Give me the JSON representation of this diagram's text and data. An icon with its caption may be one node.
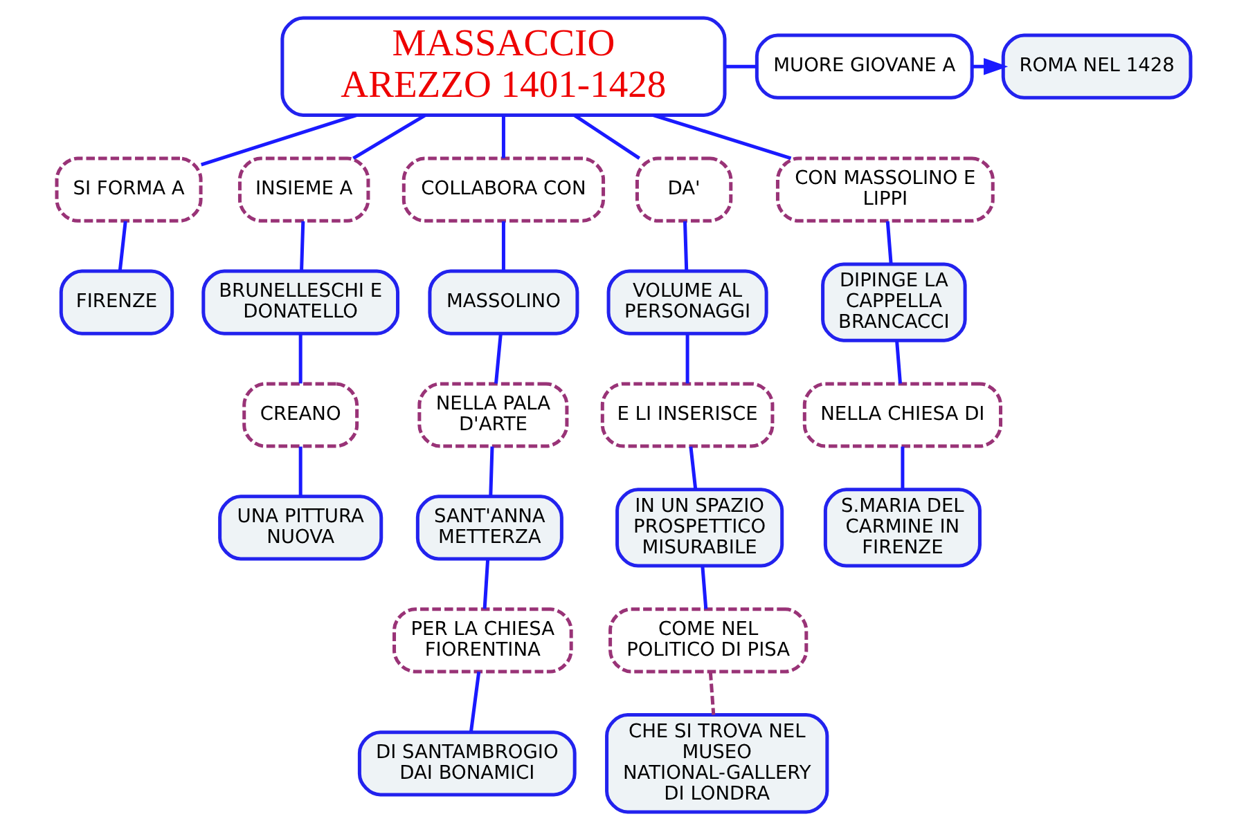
{
  "diagram": {
    "nodes": [
      {
        "text": [
          "MASSACCIO",
          "AREZZO 1401-1428"
        ]
      },
      {
        "text": [
          "MUORE GIOVANE A"
        ]
      },
      {
        "text": [
          "ROMA NEL 1428"
        ]
      },
      {
        "text": [
          "SI FORMA A"
        ]
      },
      {
        "text": [
          "FIRENZE"
        ]
      },
      {
        "text": [
          "INSIEME A"
        ]
      },
      {
        "text": [
          "BRUNELLESCHI E DONATELLO"
        ]
      },
      {
        "text": [
          "CREANO"
        ]
      },
      {
        "text": [
          "UNA PITTURA NUOVA"
        ]
      },
      {
        "text": [
          "COLLABORA CON"
        ]
      },
      {
        "text": [
          "MASSOLINO"
        ]
      },
      {
        "text": [
          "NELLA PALA D'ARTE"
        ]
      },
      {
        "text": [
          "SANT'ANNA METTERZA"
        ]
      },
      {
        "text": [
          "PER LA CHIESA FIORENTINA"
        ]
      },
      {
        "text": [
          "DI SANTAMBROGIO DAI BONAMICI"
        ]
      },
      {
        "text": [
          "DA'"
        ]
      },
      {
        "text": [
          "VOLUME AL PERSONAGGI"
        ]
      },
      {
        "text": [
          "E LI INSERISCE"
        ]
      },
      {
        "text": [
          "IN UN SPAZIO PROSPETTICO MISURABILE"
        ]
      },
      {
        "text": [
          "COME NEL POLITICO DI PISA"
        ]
      },
      {
        "text": [
          "CHE SI TROVA NEL MUSEO NATIONAL-GALLERY DI LONDRA"
        ]
      },
      {
        "text": [
          "CON MASSOLINO E LIPPI"
        ]
      },
      {
        "text": [
          "DIPINGE LA CAPPELLA BRANCACCI"
        ]
      },
      {
        "text": [
          "NELLA CHIESA DI"
        ]
      },
      {
        "text": [
          "S.MARIA DEL CARMINE IN FIRENZE"
        ]
      }
    ],
    "edges": [
      {
        "from": 0,
        "to": 1,
        "arrow": "none"
      },
      {
        "from": 1,
        "to": 2,
        "arrow": "to"
      },
      {
        "from": 0,
        "to": 3,
        "arrow": "none"
      },
      {
        "from": 3,
        "to": 4,
        "arrow": "none"
      },
      {
        "from": 0,
        "to": 5,
        "arrow": "none"
      },
      {
        "from": 5,
        "to": 6,
        "arrow": "none"
      },
      {
        "from": 6,
        "to": 7,
        "arrow": "none"
      },
      {
        "from": 7,
        "to": 8,
        "arrow": "none"
      },
      {
        "from": 0,
        "to": 9,
        "arrow": "none"
      },
      {
        "from": 9,
        "to": 10,
        "arrow": "none"
      },
      {
        "from": 10,
        "to": 11,
        "arrow": "none"
      },
      {
        "from": 11,
        "to": 12,
        "arrow": "none"
      },
      {
        "from": 12,
        "to": 13,
        "arrow": "none"
      },
      {
        "from": 13,
        "to": 14,
        "arrow": "none"
      },
      {
        "from": 0,
        "to": 15,
        "arrow": "none"
      },
      {
        "from": 15,
        "to": 16,
        "arrow": "none"
      },
      {
        "from": 16,
        "to": 17,
        "arrow": "none"
      },
      {
        "from": 17,
        "to": 18,
        "arrow": "none"
      },
      {
        "from": 18,
        "to": 19,
        "arrow": "none"
      },
      {
        "from": 19,
        "to": 20,
        "arrow": "none",
        "style": "dashed",
        "color": "#993377"
      },
      {
        "from": 0,
        "to": 21,
        "arrow": "none"
      },
      {
        "from": 21,
        "to": 22,
        "arrow": "none"
      },
      {
        "from": 22,
        "to": 23,
        "arrow": "none"
      },
      {
        "from": 23,
        "to": 24,
        "arrow": "none"
      }
    ]
  }
}
